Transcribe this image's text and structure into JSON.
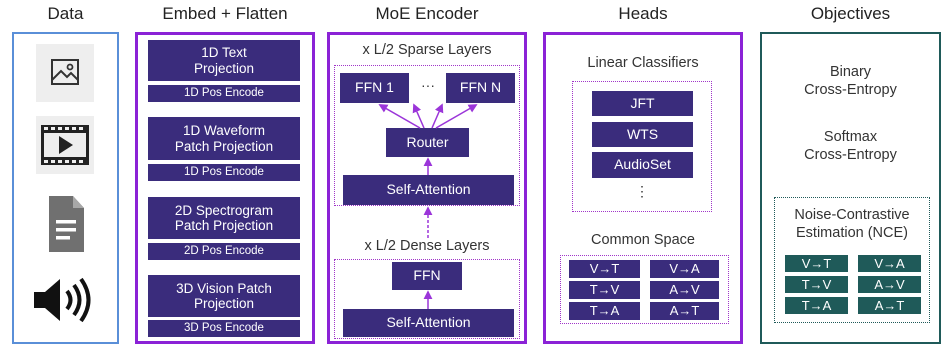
{
  "colors": {
    "data_border": "#5a8fd8",
    "purple_border": "#8b22d6",
    "dark_box": "#3a2c7c",
    "objectives_border": "#1f5a59",
    "arrow": "#9b35d9"
  },
  "columns": {
    "data": {
      "title": "Data",
      "icons": [
        "image-icon",
        "video-icon",
        "document-icon",
        "audio-icon"
      ]
    },
    "embed": {
      "title": "Embed + Flatten",
      "blocks": [
        {
          "projection": "1D Text\nProjection",
          "pos": "1D Pos Encode"
        },
        {
          "projection": "1D Waveform\nPatch Projection",
          "pos": "1D Pos Encode"
        },
        {
          "projection": "2D Spectrogram\nPatch Projection",
          "pos": "2D Pos Encode"
        },
        {
          "projection": "3D Vision Patch\nProjection",
          "pos": "3D Pos Encode"
        }
      ]
    },
    "moe": {
      "title": "MoE Encoder",
      "sparse_label": "x L/2 Sparse Layers",
      "ffn1": "FFN 1",
      "ellipsis": "···",
      "ffnn": "FFN N",
      "router": "Router",
      "sparse_attention": "Self-Attention",
      "dense_label": "x L/2 Dense Layers",
      "dense_ffn": "FFN",
      "dense_attention": "Self-Attention"
    },
    "heads": {
      "title": "Heads",
      "linear_label": "Linear Classifiers",
      "classifiers": [
        "JFT",
        "WTS",
        "AudioSet"
      ],
      "classifier_ellipsis": "⋮",
      "common_label": "Common Space",
      "pairs": [
        "V→T",
        "V→A",
        "T→V",
        "A→V",
        "T→A",
        "A→T"
      ]
    },
    "objectives": {
      "title": "Objectives",
      "binary": "Binary\nCross-Entropy",
      "softmax": "Softmax\nCross-Entropy",
      "nce": "Noise-Contrastive\nEstimation (NCE)",
      "pairs": [
        "V→T",
        "V→A",
        "T→V",
        "A→V",
        "T→A",
        "A→T"
      ]
    }
  }
}
